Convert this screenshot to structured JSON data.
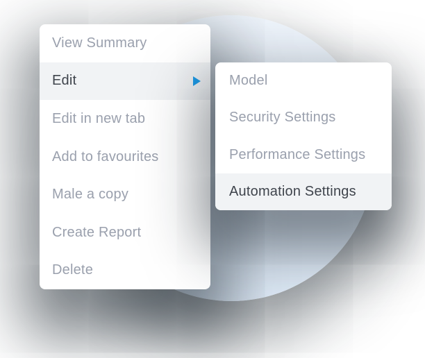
{
  "colors": {
    "accent_blue": "#1d9ce9",
    "highlight_bg": "#f1f3f5",
    "menu_text": "#9aa0ad",
    "menu_text_active": "#3f444c",
    "circle_fill": "#e7f0fa",
    "panel_bg": "#ffffff"
  },
  "context_menu": {
    "items": [
      {
        "label": "View Summary",
        "state": "default"
      },
      {
        "label": "Edit",
        "state": "highlighted",
        "has_submenu": true
      },
      {
        "label": "Edit in new tab",
        "state": "default"
      },
      {
        "label": "Add to favourites",
        "state": "default"
      },
      {
        "label": "Male a copy",
        "state": "default"
      },
      {
        "label": "Create Report",
        "state": "default"
      },
      {
        "label": "Delete",
        "state": "default"
      }
    ]
  },
  "submenu": {
    "items": [
      {
        "label": "Model",
        "state": "default"
      },
      {
        "label": "Security Settings",
        "state": "default"
      },
      {
        "label": "Performance Settings",
        "state": "default"
      },
      {
        "label": "Automation Settings",
        "state": "highlighted"
      }
    ]
  }
}
